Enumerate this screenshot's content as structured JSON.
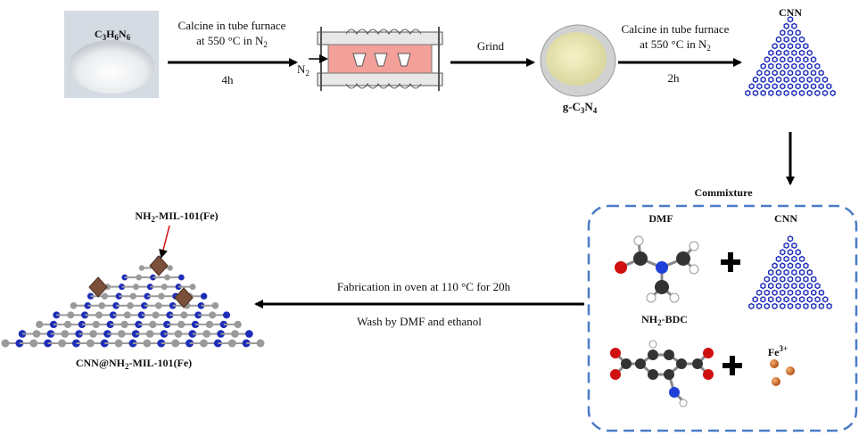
{
  "steps": {
    "step1_line1": "Calcine in tube furnace",
    "step1_line2_pre": "at 550 °C in N",
    "step1_line2_sub": "2",
    "step1_time": "4h",
    "furnace_gas_main": "N",
    "furnace_gas_sub": "2",
    "step2": "Grind",
    "step3_line1": "Calcine in tube furnace",
    "step3_line2_pre": "at 550 °C in N",
    "step3_line2_sub": "2",
    "step3_time": "2h",
    "step4_line1": "Fabrication in oven at 110 °C for 20h",
    "step4_line2": "Wash by DMF and ethanol"
  },
  "materials": {
    "melamine": {
      "c": "C",
      "c_sub": "3",
      "h": "H",
      "h_sub": "6",
      "n": "N",
      "n_sub": "6"
    },
    "gcn": {
      "a": "g-C",
      "a_sub": "3",
      "b": "N",
      "b_sub": "4"
    },
    "cnn_top": "CNN",
    "commixture": "Commixture",
    "dmf": "DMF",
    "cnn_box": "CNN",
    "nh2bdc": {
      "a": "NH",
      "a_sub": "2",
      "b": "-BDC"
    },
    "fe": {
      "a": "Fe",
      "a_sup": "3+"
    },
    "product_arrow_label": {
      "a": "NH",
      "a_sub": "2",
      "b": "-MIL-101(Fe)"
    },
    "product": {
      "a": "CNN@NH",
      "a_sub": "2",
      "b": "-MIL-101(Fe)"
    }
  },
  "colors": {
    "arrow": "#000000",
    "dash_box": "#4a7cc7",
    "network": "#1d2db8",
    "furnace_fill": "#f3a09a",
    "gcn_fill": "#f1eec0",
    "fe": "#d2691e",
    "red_atom": "#d01010",
    "octahedron": "#7b4f3a"
  }
}
